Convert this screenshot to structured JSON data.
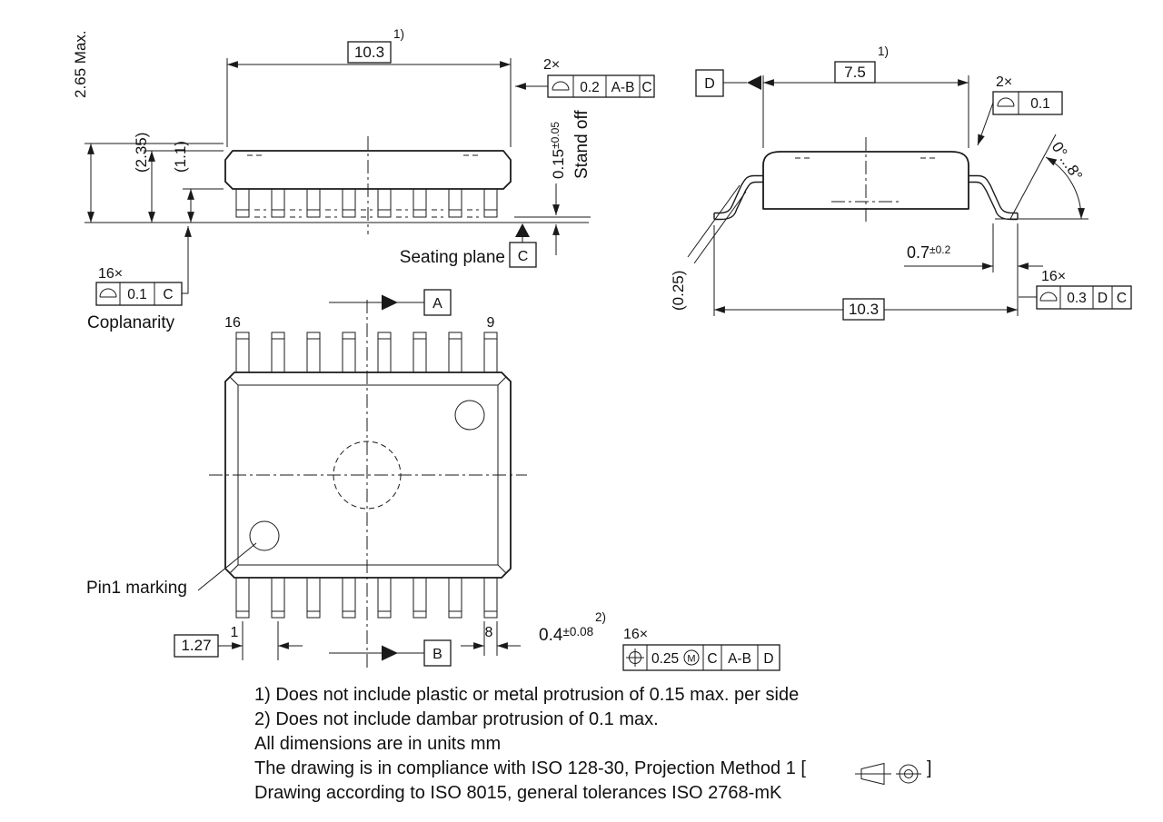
{
  "front_view": {
    "count_2x": "2×",
    "count_16x": "16×",
    "dim_width": "10.3",
    "note_ref_width": "1)",
    "height_max": "2.65 Max.",
    "height_body": "(2.35)",
    "height_inner": "(1.1)",
    "standoff_value": "0.15",
    "standoff_tol": "±0.05",
    "standoff_label": "Stand off",
    "seating_plane_label": "Seating plane",
    "datum_c": "C",
    "fcf_lead_profile": {
      "symbol": "profile-of-line",
      "tolerance": "0.2",
      "datum_primary": "A-B",
      "datum_secondary": "C"
    },
    "fcf_coplanarity": {
      "symbol": "profile-of-line",
      "tolerance": "0.1",
      "datum_primary": "C"
    },
    "coplanarity_label": "Coplanarity"
  },
  "end_view": {
    "datum_d": "D",
    "dim_body_width": "7.5",
    "note_ref_width": "1)",
    "count_2x": "2×",
    "fcf_lead_profile": {
      "symbol": "profile-of-line",
      "tolerance": "0.1"
    },
    "lead_angle": "0°...8°",
    "lead_thickness": "(0.25)",
    "foot_length_value": "0.7",
    "foot_length_tol": "±0.2",
    "dim_overall_width": "10.3",
    "count_16x": "16×",
    "fcf_lead_profile_side": {
      "symbol": "profile-of-line",
      "tolerance": "0.3",
      "datum_primary": "D",
      "datum_secondary": "C"
    }
  },
  "top_view": {
    "pin_top_left": "16",
    "pin_top_right": "9",
    "pin_bottom_left": "1",
    "pin_bottom_right": "8",
    "datum_a": "A",
    "datum_b": "B",
    "pin1_marking_label": "Pin1 marking",
    "pitch": "1.27",
    "lead_width_value": "0.4",
    "lead_width_tol": "±0.08",
    "note_ref_lead": "2)",
    "count_16x": "16×",
    "fcf_position": {
      "symbol": "position",
      "tolerance": "0.25",
      "modifier": "M",
      "datum_primary": "C",
      "datum_secondary": "A-B",
      "datum_tertiary": "D"
    }
  },
  "notes": {
    "line1": "1) Does not include plastic or metal protrusion of 0.15 max. per side",
    "line2": "2) Does not include dambar protrusion of 0.1 max.",
    "line3": "All dimensions are in units mm",
    "line4_prefix": "The drawing is in compliance with ISO 128-30, Projection Method 1 [",
    "line4_suffix": "]",
    "line5": "Drawing according to ISO 8015, general tolerances ISO 2768-mK"
  }
}
